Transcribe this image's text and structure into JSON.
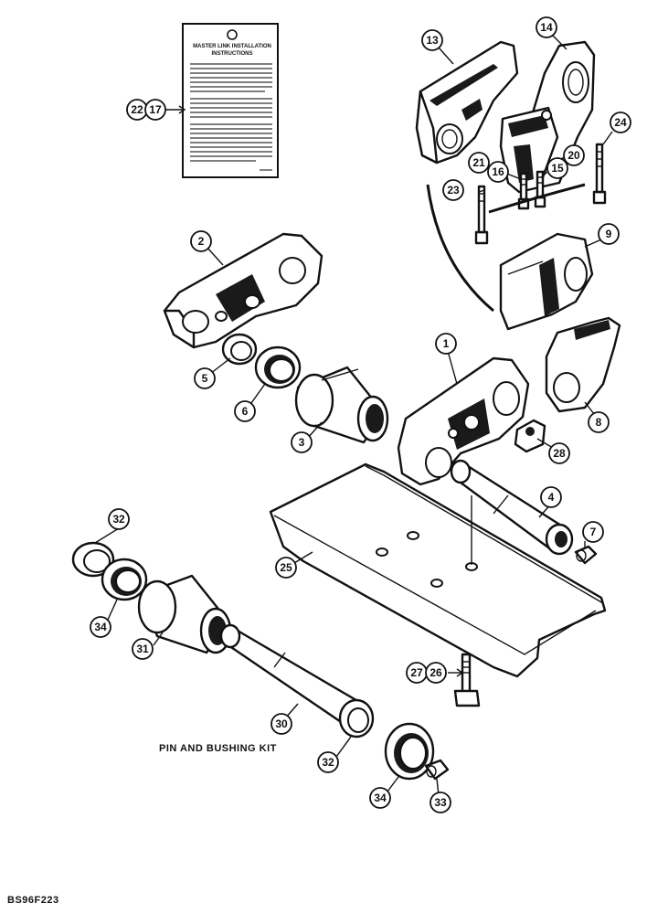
{
  "figure_code": "BS96F223",
  "caption": "PIN AND BUSHING KIT",
  "instruction_label": {
    "title_line1": "MASTER LINK INSTALLATION",
    "title_line2": "INSTRUCTIONS"
  },
  "callouts": [
    "1",
    "2",
    "3",
    "4",
    "5",
    "6",
    "7",
    "8",
    "9",
    "13",
    "14",
    "15",
    "16",
    "17",
    "20",
    "21",
    "22",
    "23",
    "24",
    "25",
    "26",
    "27",
    "28",
    "30",
    "31",
    "32",
    "33",
    "34"
  ]
}
